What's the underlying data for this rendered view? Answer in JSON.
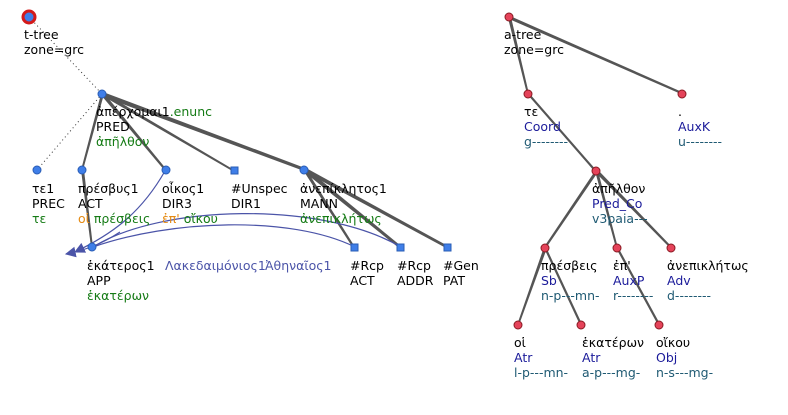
{
  "t_tree": {
    "root": {
      "line1": "t-tree",
      "line2": "zone=grc"
    },
    "nodes": [
      {
        "id": "apercho",
        "lemma": "ἀπέρχομαι1",
        "suffix": ".enunc",
        "functor": "PRED",
        "form": "ἀπῆλθον"
      },
      {
        "id": "te1",
        "lemma": "τε1",
        "functor": "PREC",
        "form": "τε"
      },
      {
        "id": "presbys",
        "lemma": "πρέσβυς1",
        "functor": "ACT",
        "form_a": "οἱ",
        "form_b": "πρέσβεις"
      },
      {
        "id": "oikos",
        "lemma": "οἶκος1",
        "functor": "DIR3",
        "form_a": "ἐπ'",
        "form_b": "οἴκου"
      },
      {
        "id": "unspec",
        "lemma": "#Unspec",
        "functor": "DIR1"
      },
      {
        "id": "anepik",
        "lemma": "ἀνεπίκλητος1",
        "functor": "MANN",
        "form": "ἀνεπικλήτως"
      },
      {
        "id": "hekateros",
        "lemma": "ἑκάτερος1",
        "functor": "APP",
        "form": "ἑκατέρων"
      },
      {
        "id": "lakedai",
        "lemma": "Λακεδαιμόνιος1"
      },
      {
        "id": "athenaios",
        "lemma": "Ἀθηναῖος1"
      },
      {
        "id": "rcp1",
        "lemma": "#Rcp",
        "functor": "ACT"
      },
      {
        "id": "rcp2",
        "lemma": "#Rcp",
        "functor": "ADDR"
      },
      {
        "id": "gen",
        "lemma": "#Gen",
        "functor": "PAT"
      }
    ]
  },
  "a_tree": {
    "root": {
      "line1": "a-tree",
      "line2": "zone=grc"
    },
    "nodes": [
      {
        "id": "te",
        "form": "τε",
        "afun": "Coord",
        "tag": "g--------"
      },
      {
        "id": "period",
        "form": ".",
        "afun": "AuxK",
        "tag": "u--------"
      },
      {
        "id": "apelthon",
        "form": "ἀπῆλθον",
        "afun": "Pred_Co",
        "tag": "v3paia---"
      },
      {
        "id": "presbeis",
        "form": "πρέσβεις",
        "afun": "Sb",
        "tag": "n-p---mn-"
      },
      {
        "id": "ep",
        "form": "ἐπ'",
        "afun": "AuxP",
        "tag": "r--------"
      },
      {
        "id": "anepiklitos",
        "form": "ἀνεπικλήτως",
        "afun": "Adv",
        "tag": "d--------"
      },
      {
        "id": "hoi",
        "form": "οἱ",
        "afun": "Atr",
        "tag": "l-p---mn-"
      },
      {
        "id": "hekateron",
        "form": "ἑκατέρων",
        "afun": "Atr",
        "tag": "a-p---mg-"
      },
      {
        "id": "oikou",
        "form": "οἴκου",
        "afun": "Obj",
        "tag": "n-s---mg-"
      }
    ]
  },
  "colors": {
    "lemma": "#000000",
    "form": "#157b15",
    "afun": "#1b1b9a",
    "tag": "#1f5a73",
    "aux_form": "#e58a12",
    "coref": "#4b54a8",
    "node_fill": "#e5435a",
    "tnode_fill": "#3f7ee8",
    "root_ring": "#d41a1a",
    "edge": "#555555"
  }
}
